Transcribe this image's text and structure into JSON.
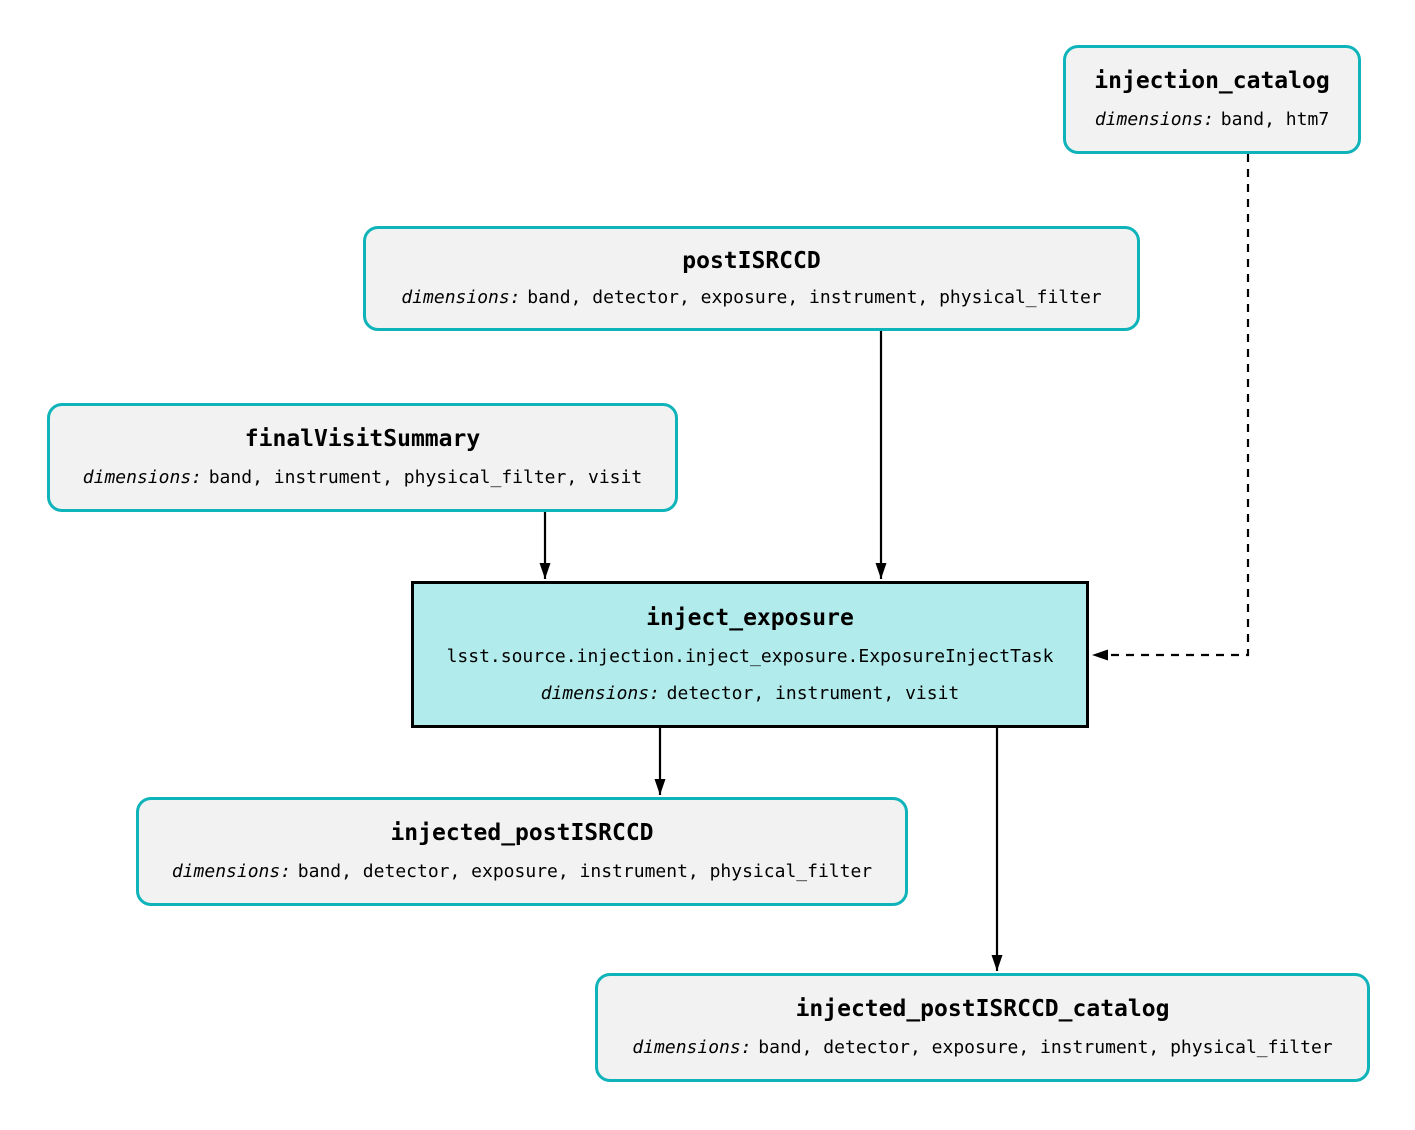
{
  "diagram": {
    "dimensions_label": "dimensions:",
    "nodes": {
      "injection_catalog": {
        "type": "dataset",
        "title": "injection_catalog",
        "dimensions": "band, htm7"
      },
      "postISRCCD": {
        "type": "dataset",
        "title": "postISRCCD",
        "dimensions": "band, detector, exposure, instrument, physical_filter"
      },
      "finalVisitSummary": {
        "type": "dataset",
        "title": "finalVisitSummary",
        "dimensions": "band, instrument, physical_filter, visit"
      },
      "inject_exposure": {
        "type": "task",
        "title": "inject_exposure",
        "task_class": "lsst.source.injection.inject_exposure.ExposureInjectTask",
        "dimensions": "detector, instrument, visit"
      },
      "injected_postISRCCD": {
        "type": "dataset",
        "title": "injected_postISRCCD",
        "dimensions": "band, detector, exposure, instrument, physical_filter"
      },
      "injected_postISRCCD_catalog": {
        "type": "dataset",
        "title": "injected_postISRCCD_catalog",
        "dimensions": "band, detector, exposure, instrument, physical_filter"
      }
    },
    "edges": [
      {
        "from": "postISRCCD",
        "to": "inject_exposure",
        "style": "solid"
      },
      {
        "from": "finalVisitSummary",
        "to": "inject_exposure",
        "style": "solid"
      },
      {
        "from": "injection_catalog",
        "to": "inject_exposure",
        "style": "dashed"
      },
      {
        "from": "inject_exposure",
        "to": "injected_postISRCCD",
        "style": "solid"
      },
      {
        "from": "inject_exposure",
        "to": "injected_postISRCCD_catalog",
        "style": "solid"
      }
    ],
    "colors": {
      "dataset_border": "#0fb3ba",
      "dataset_fill": "#f2f2f2",
      "task_fill": "#b2ebeb",
      "task_border": "#000000",
      "edge_color": "#000000",
      "text_color": "#000000"
    }
  }
}
